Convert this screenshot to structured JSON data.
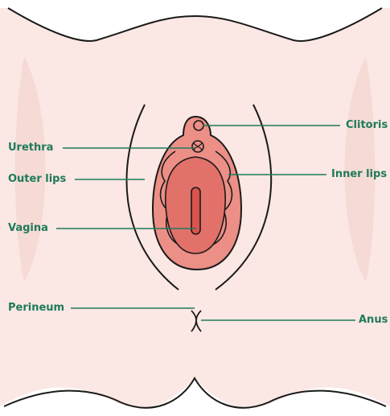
{
  "labels": {
    "clitoris": "Clitoris",
    "urethra": "Urethra",
    "outer_lips": "Outer lips",
    "inner_lips": "Inner lips",
    "vagina": "Vagina",
    "perineum": "Perineum",
    "anus": "Anus"
  },
  "colors": {
    "skin": "#fbe7e3",
    "skin_shadow": "#f3d4cf",
    "outline": "#1a1a1a",
    "inner_lip": "#ec8f86",
    "inner_lip_deep": "#e2716a",
    "opening": "#d9534f",
    "leader_line": "#1f7a5a",
    "label_text": "#1f7a5a"
  }
}
